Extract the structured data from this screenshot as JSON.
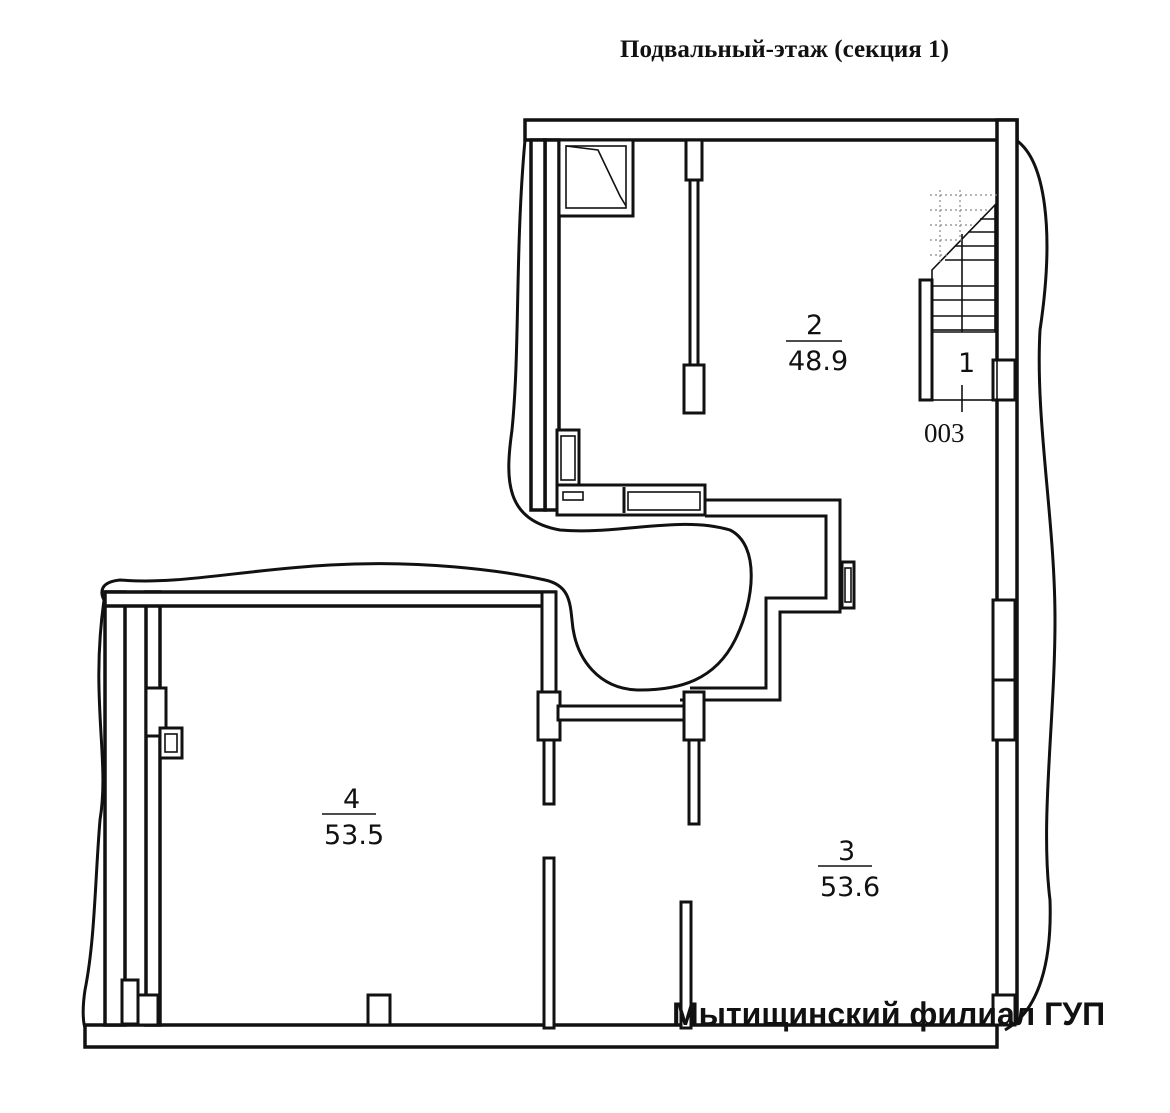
{
  "title": "Подвальный-этаж (секция 1)",
  "footer": "Мытищинский филиал ГУП",
  "rooms": [
    {
      "number": "1",
      "area": "",
      "code": "003"
    },
    {
      "number": "2",
      "area": "48.9"
    },
    {
      "number": "3",
      "area": "53.6"
    },
    {
      "number": "4",
      "area": "53.5"
    }
  ]
}
